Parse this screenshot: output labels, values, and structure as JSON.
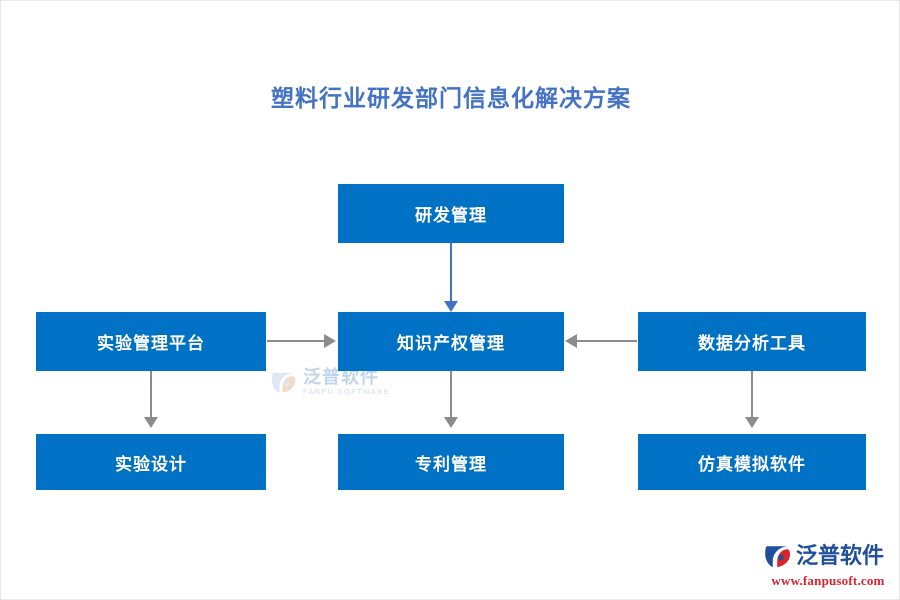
{
  "page": {
    "title": "塑料行业研发部门信息化解决方案",
    "background_color": "#ffffff",
    "node_color": "#0072c6",
    "title_color": "#4472c4",
    "blue_arrow_color": "#4472c4",
    "gray_arrow_color": "#8c8c8c"
  },
  "diagram": {
    "type": "flowchart",
    "nodes": [
      {
        "id": "rd",
        "label": "研发管理",
        "row": 1,
        "column": 2
      },
      {
        "id": "lab",
        "label": "实验管理平台",
        "row": 2,
        "column": 1
      },
      {
        "id": "ip",
        "label": "知识产权管理",
        "row": 2,
        "column": 2
      },
      {
        "id": "data",
        "label": "数据分析工具",
        "row": 2,
        "column": 3
      },
      {
        "id": "labdesign",
        "label": "实验设计",
        "row": 3,
        "column": 1
      },
      {
        "id": "patent",
        "label": "专利管理",
        "row": 3,
        "column": 2
      },
      {
        "id": "sim",
        "label": "仿真模拟软件",
        "row": 3,
        "column": 3
      }
    ],
    "edges": [
      {
        "from": "rd",
        "to": "ip",
        "direction": "down",
        "color": "#4472c4"
      },
      {
        "from": "lab",
        "to": "ip",
        "direction": "right",
        "color": "#8c8c8c"
      },
      {
        "from": "data",
        "to": "ip",
        "direction": "left",
        "color": "#8c8c8c"
      },
      {
        "from": "lab",
        "to": "labdesign",
        "direction": "down",
        "color": "#8c8c8c"
      },
      {
        "from": "ip",
        "to": "patent",
        "direction": "down",
        "color": "#8c8c8c"
      },
      {
        "from": "data",
        "to": "sim",
        "direction": "down",
        "color": "#8c8c8c"
      }
    ]
  },
  "watermark": {
    "name_cn": "泛普软件",
    "name_en": "FANPU SOFTWARE"
  },
  "brand": {
    "name_cn": "泛普软件",
    "url": "www.fanpusoft.com"
  }
}
